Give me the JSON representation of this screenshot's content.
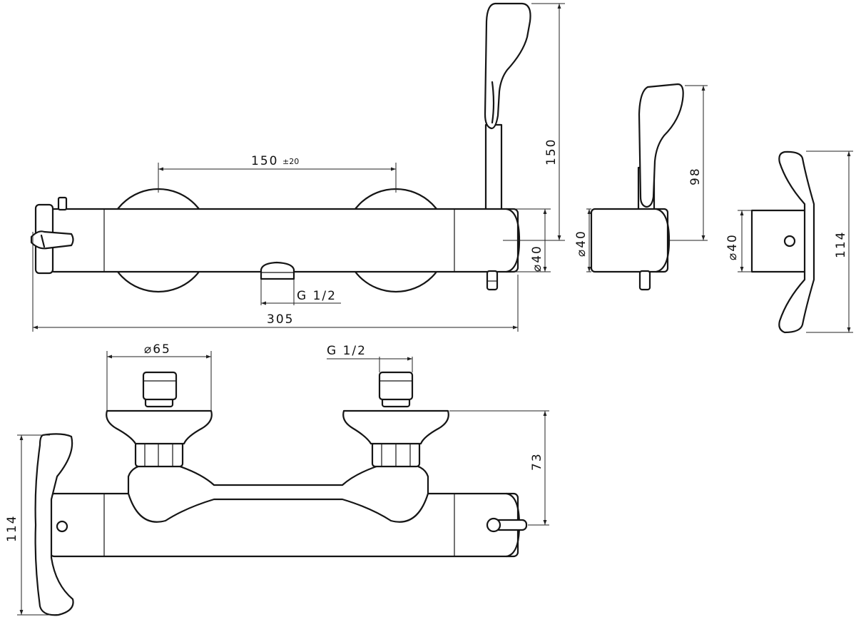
{
  "dimensions": {
    "center_distance": "150",
    "center_tolerance": "±20",
    "overall_length": "305",
    "handshower_height": "150",
    "side_height": "98",
    "body_diameter": "⌀40",
    "body_diameter_side": "⌀40",
    "body_diameter_end": "⌀40",
    "handle_height_end": "114",
    "handle_height_rear": "114",
    "outlet_thread": "G 1/2",
    "inlet_thread": "G 1/2",
    "flange_diameter": "⌀65",
    "inlet_depth": "73"
  },
  "colors": {
    "line": "#151515",
    "background": "#ffffff"
  }
}
